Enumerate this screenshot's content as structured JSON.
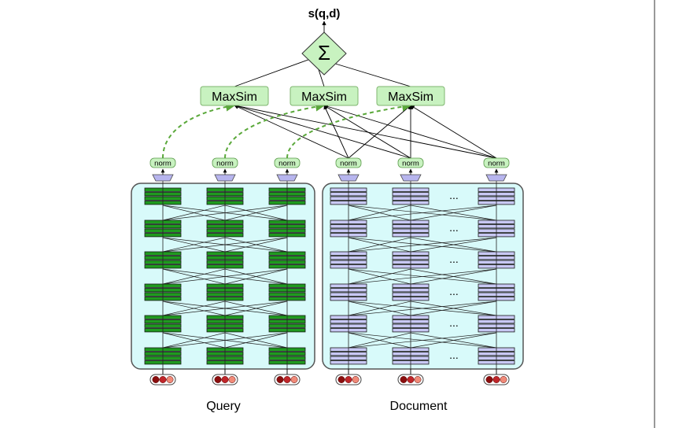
{
  "score": {
    "label": "s(q,d)"
  },
  "aggregator": {
    "symbol": "Σ",
    "icon": "summation-icon"
  },
  "maxsim": {
    "label": "MaxSim",
    "count": 3
  },
  "norm": {
    "label": "norm"
  },
  "query": {
    "label": "Query",
    "tokens": 3
  },
  "document": {
    "label": "Document",
    "tokens": 3,
    "ellipsis": "..."
  },
  "encoder": {
    "layers": 6
  },
  "colors": {
    "query_panel_fill": "#d8fafa",
    "doc_panel_fill": "#d8fafa",
    "query_layer": "#1f9a1f",
    "doc_layer": "#c8c8f4",
    "projection": "#b7b5ee",
    "norm_fill": "#c8f2c0",
    "maxsim_fill": "#c8f2c0",
    "sum_fill": "#c8f2c0",
    "dashed_link": "#5aa83a",
    "token_dark": "#8a0e0e",
    "token_mid": "#c0262a",
    "token_light": "#f08a78",
    "divider": "#333333"
  }
}
